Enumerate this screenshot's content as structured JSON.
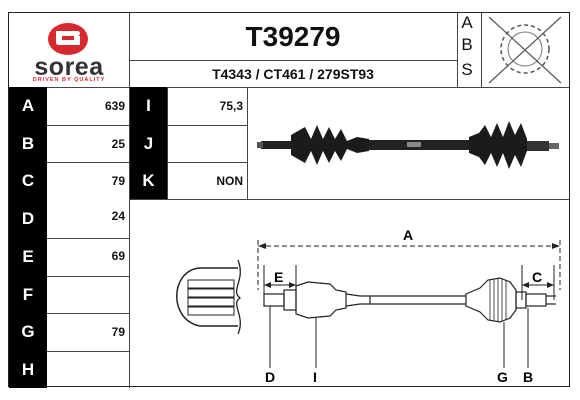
{
  "brand": {
    "name": "sorea",
    "tagline": "DRIVEN BY QUALITY",
    "color": "#d7282f"
  },
  "header": {
    "part_number": "T39279",
    "cross_refs": "T4343 / CT461 / 279ST93"
  },
  "abs": {
    "letters": [
      "A",
      "B",
      "S"
    ]
  },
  "specs": [
    {
      "label": "A",
      "value": "639"
    },
    {
      "label": "B",
      "value": "25"
    },
    {
      "label": "C",
      "value": "79"
    },
    {
      "label": "D",
      "value": "24"
    },
    {
      "label": "E",
      "value": "69"
    },
    {
      "label": "F",
      "value": ""
    },
    {
      "label": "G",
      "value": "79"
    },
    {
      "label": "H",
      "value": ""
    }
  ],
  "specs_extra": [
    {
      "label": "I",
      "value": "75,3"
    },
    {
      "label": "J",
      "value": ""
    },
    {
      "label": "K",
      "value": "NON"
    }
  ],
  "diagram": {
    "dim_A": "A",
    "dim_E": "E",
    "dim_C": "C",
    "callout_D": "D",
    "callout_I": "I",
    "callout_G": "G",
    "callout_B": "B"
  }
}
